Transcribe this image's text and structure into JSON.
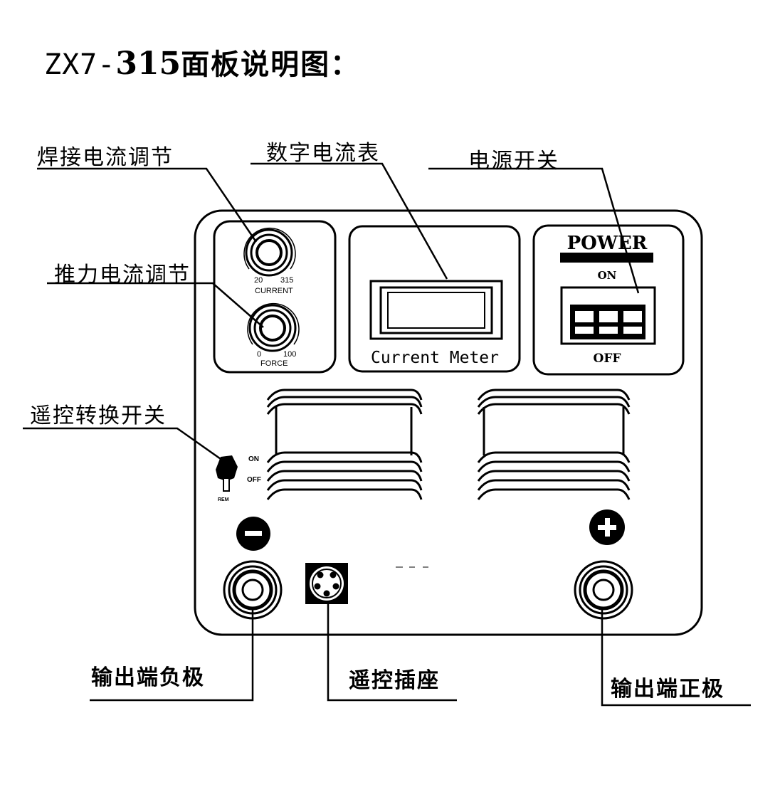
{
  "title": {
    "model": "ZX7-",
    "number": "315",
    "text": "面板说明图："
  },
  "callouts": {
    "welding_current": "焊接电流调节",
    "digital_meter": "数字电流表",
    "power_switch": "电源开关",
    "force_current": "推力电流调节",
    "remote_switch": "遥控转换开关",
    "output_negative": "输出端负极",
    "remote_socket": "遥控插座",
    "output_positive": "输出端正极"
  },
  "panel": {
    "current_knob": {
      "min": "20",
      "max": "315",
      "label": "CURRENT"
    },
    "force_knob": {
      "min": "0",
      "max": "100",
      "label": "FORCE"
    },
    "meter_label": "Current Meter",
    "power_label": "POWER",
    "power_on": "ON",
    "power_off": "OFF",
    "toggle_on": "ON",
    "toggle_off": "OFF",
    "toggle_rem": "REM",
    "negative_sign": "−",
    "positive_sign": "+"
  }
}
